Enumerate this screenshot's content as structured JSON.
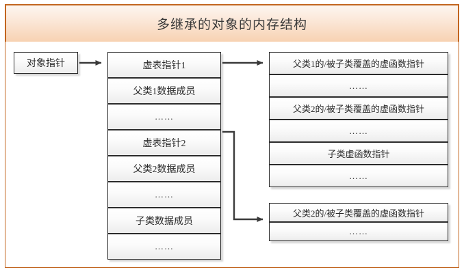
{
  "title": "多继承的对象的内存结构",
  "colors": {
    "frame_border": "#C2651F",
    "title_gradient_top": "#FDF6F0",
    "title_gradient_bottom": "#F7D2B2",
    "cell_border": "#2b2b2b",
    "connector": "#3a3a3a"
  },
  "object_pointer": {
    "label": "对象指针"
  },
  "object_layout": {
    "cells": [
      {
        "label": "虚表指针1"
      },
      {
        "label": "父类1数据成员"
      },
      {
        "label": "……"
      },
      {
        "label": "虚表指针2"
      },
      {
        "label": "父类2数据成员"
      },
      {
        "label": "……"
      },
      {
        "label": "子类数据成员"
      },
      {
        "label": "……"
      }
    ]
  },
  "vtable1": {
    "cells": [
      {
        "label": "父类1的/被子类覆盖的虚函数指针"
      },
      {
        "label": "……"
      },
      {
        "label": "父类2的/被子类覆盖的虚函数指针"
      },
      {
        "label": "……"
      },
      {
        "label": "子类虚函数指针"
      },
      {
        "label": "……"
      }
    ]
  },
  "vtable2": {
    "cells": [
      {
        "label": "父类2的/被子类覆盖的虚函数指针"
      },
      {
        "label": "……"
      }
    ]
  },
  "connectors": [
    {
      "name": "object-pointer-to-object",
      "from": "对象指针",
      "to": "虚表指针1"
    },
    {
      "name": "vptr1-to-vtable1",
      "from": "虚表指针1",
      "to": "父类1的/被子类覆盖的虚函数指针"
    },
    {
      "name": "vptr2-to-vtable2",
      "from": "虚表指针2",
      "to": "父类2的/被子类覆盖的虚函数指针"
    }
  ]
}
